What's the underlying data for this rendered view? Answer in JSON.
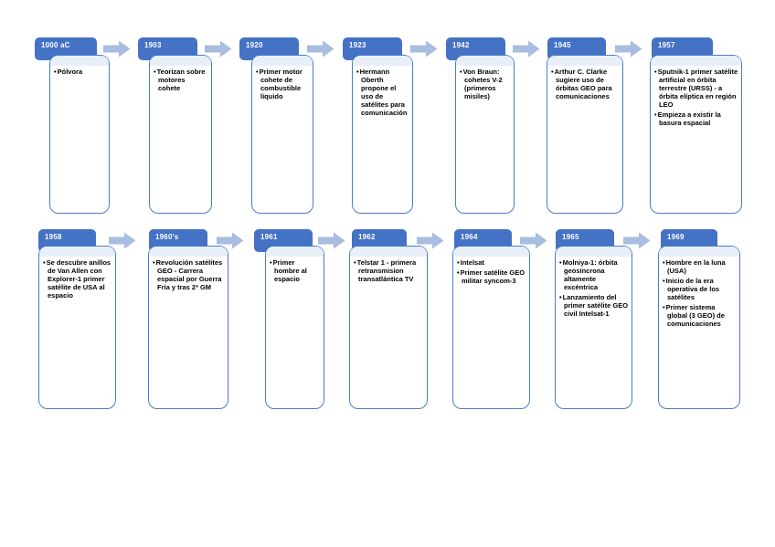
{
  "colors": {
    "header_fill": "#4472c4",
    "header_text": "#ffffff",
    "box_border": "#4a7ec9",
    "box_tint": "#e9eff9",
    "arrow_fill": "#a8bddf",
    "body_text": "#000000"
  },
  "timeline": {
    "rows": [
      {
        "items": [
          {
            "year": "1000 aC",
            "bullets": [
              "Pólvora"
            ]
          },
          {
            "year": "1903",
            "bullets": [
              "Teorizan sobre motores cohete"
            ]
          },
          {
            "year": "1920",
            "bullets": [
              "Primer motor cohete de combustible líquido"
            ]
          },
          {
            "year": "1923",
            "bullets": [
              "Hermann Oberth propone el uso de satélites para comunicación"
            ]
          },
          {
            "year": "1942",
            "bullets": [
              "Von Braun: cohetes V-2 (primeros misiles)"
            ]
          },
          {
            "year": "1945",
            "bullets": [
              "Arthur C. Clarke sugiere uso de órbitas GEO para comunicaciones"
            ]
          },
          {
            "year": "1957",
            "bullets": [
              "Sputnik-1 primer satélite artificial en órbita terrestre (URSS) - a órbita elíptica en región LEO",
              "Empieza a existir la basura espacial"
            ]
          }
        ]
      },
      {
        "items": [
          {
            "year": "1958",
            "bullets": [
              "Se descubre anillos de Van Allen con Explorer-1 primer satélite de USA al espacio"
            ]
          },
          {
            "year": "1960's",
            "bullets": [
              "Revolución satélites GEO - Carrera espacial por Guerra Fría y tras 2ª GM"
            ]
          },
          {
            "year": "1961",
            "bullets": [
              "Primer hombre al espacio"
            ]
          },
          {
            "year": "1962",
            "bullets": [
              "Telstar 1 - primera retransmision transatlántica TV"
            ]
          },
          {
            "year": "1964",
            "bullets": [
              "Intelsat",
              "Primer satélite GEO militar syncom-3"
            ]
          },
          {
            "year": "1965",
            "bullets": [
              "Molniya-1: órbita geosíncrona altamente excéntrica",
              "Lanzamiento del primer satélite GEO civil Intelsat-1"
            ]
          },
          {
            "year": "1969",
            "bullets": [
              "Hombre en la luna (USA)",
              "Inicio de la era operativa de los satélites",
              "Primer sistema global (3 GEO) de comunicaciones"
            ]
          }
        ]
      }
    ]
  }
}
